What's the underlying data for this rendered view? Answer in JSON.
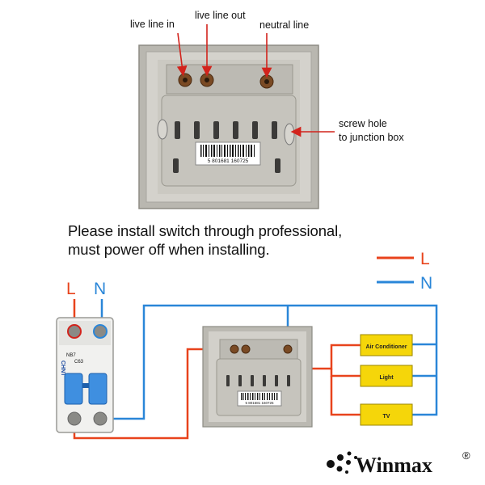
{
  "labels": {
    "live_in": "live line in",
    "live_out": "live line out",
    "neutral": "neutral line",
    "screw_hole_1": "screw hole",
    "screw_hole_2": "to junction box"
  },
  "notice": {
    "line1": "Please install switch through professional,",
    "line2": "must power off when installing."
  },
  "legend": {
    "l": "L",
    "n": "N",
    "l_color": "#e8431c",
    "n_color": "#2a86d8"
  },
  "breaker": {
    "l": "L",
    "n": "N",
    "brand": "CHNT",
    "model": "NB7",
    "rating": "C63"
  },
  "barcode": {
    "number_large": "5 801681 160725",
    "number_small": "5 801681 160725"
  },
  "loads": [
    {
      "label": "Air Conditioner"
    },
    {
      "label": "Light"
    },
    {
      "label": "TV"
    }
  ],
  "load_color": "#f5d60a",
  "brand": {
    "name": "Winmax",
    "mark": "®"
  }
}
